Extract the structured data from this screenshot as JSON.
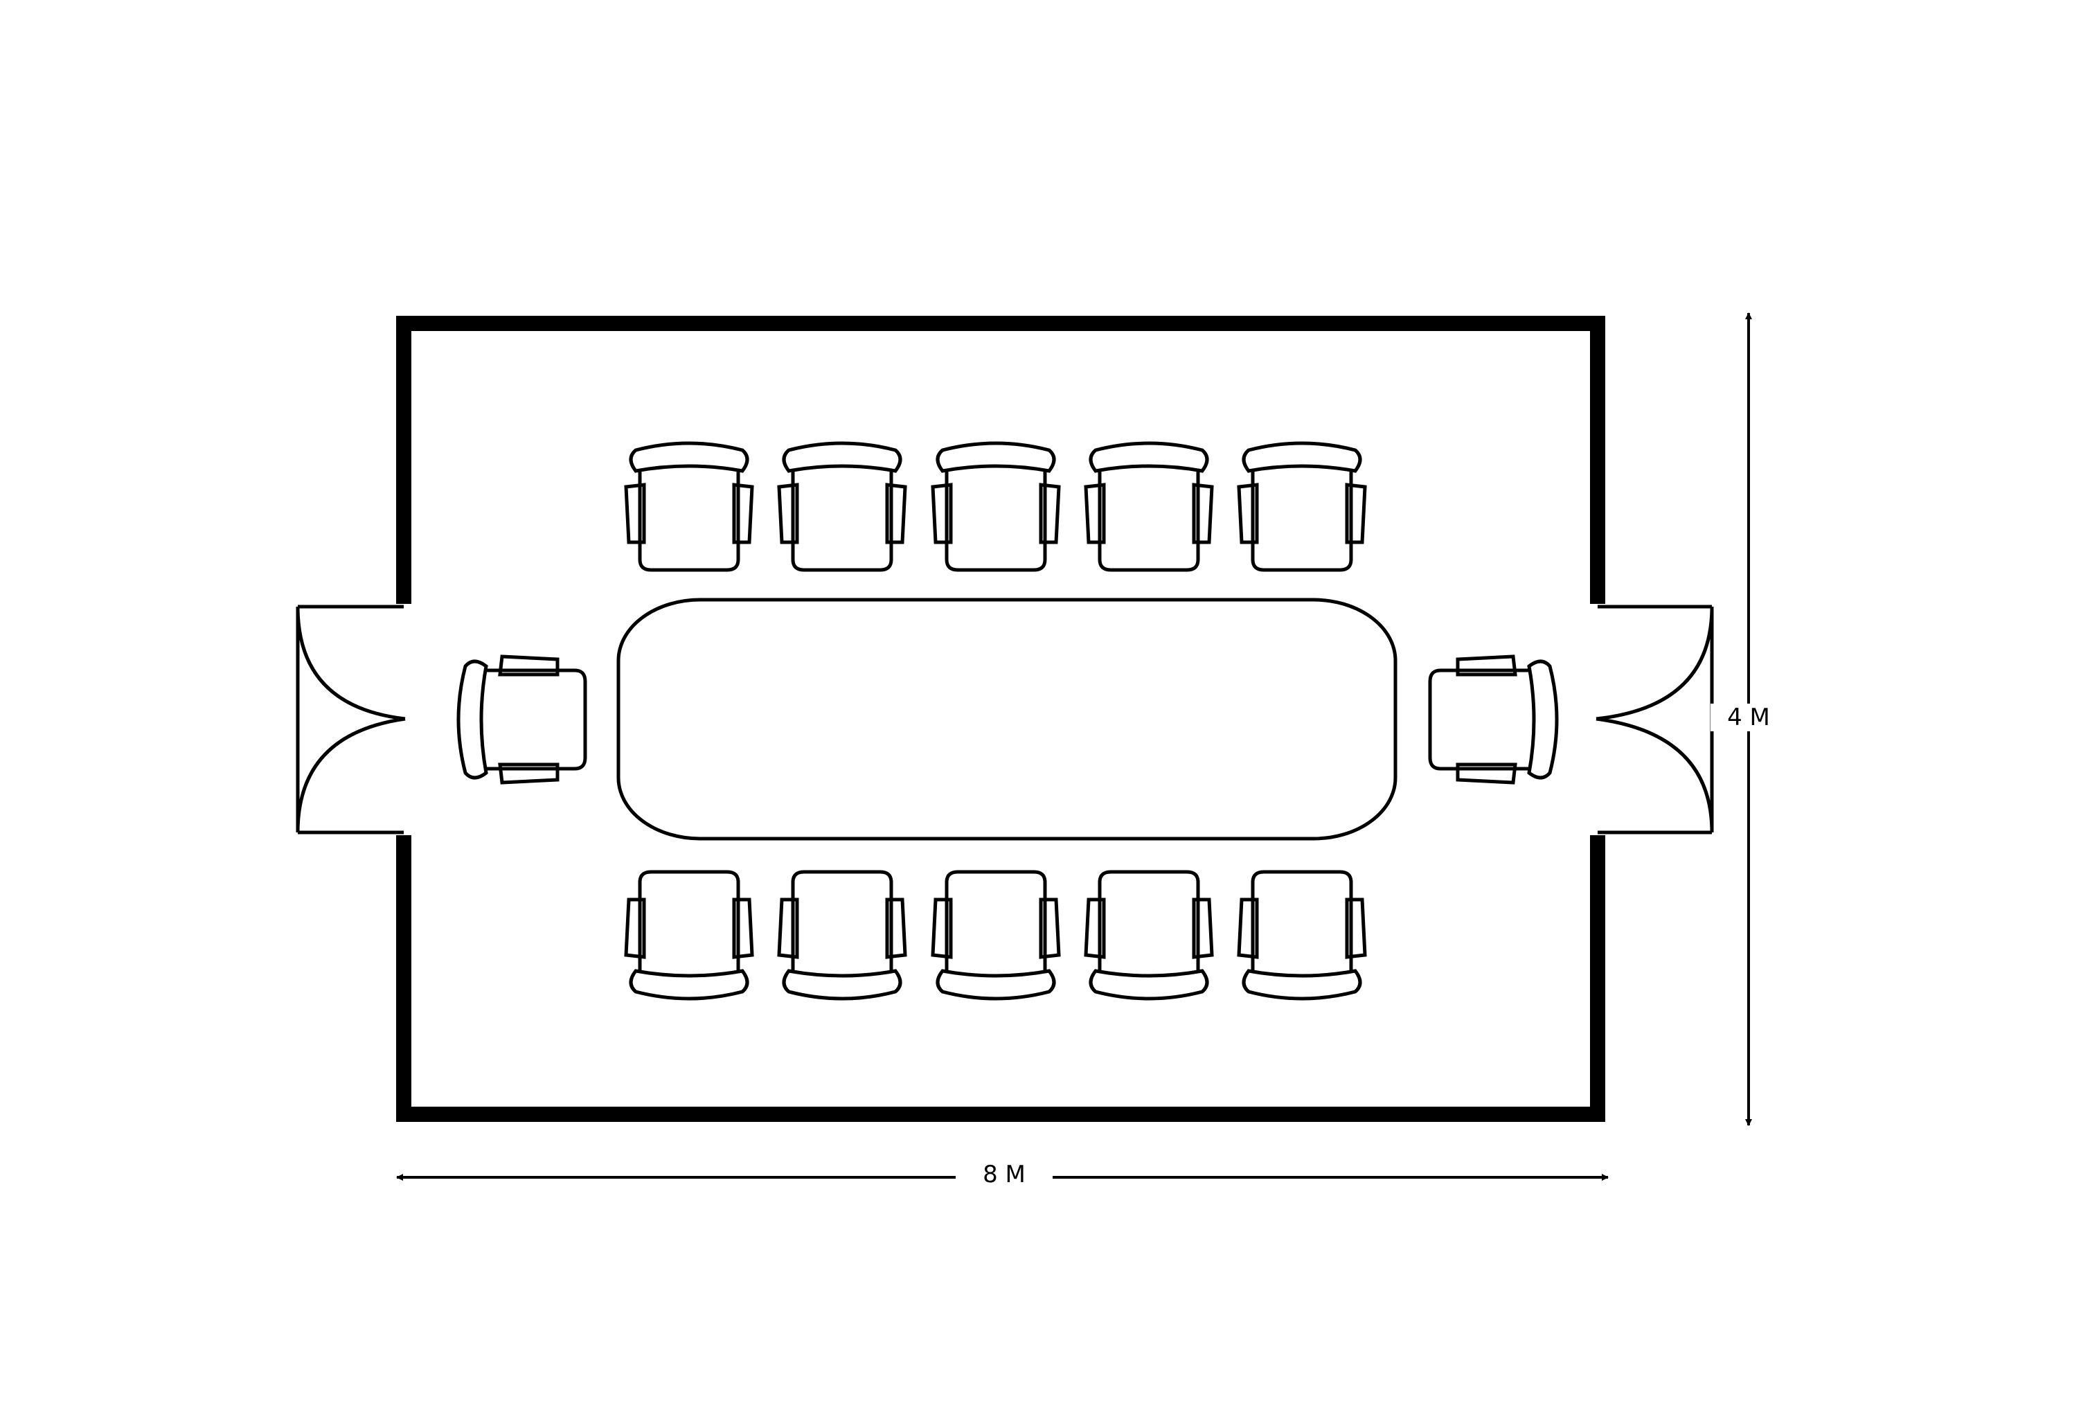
{
  "diagram": {
    "type": "floor-plan",
    "room": "conference-room",
    "dimensions": {
      "width_label": "8 M",
      "height_label": "4 M"
    },
    "table": {
      "shape": "rounded-rectangle",
      "count": 1
    },
    "chairs": {
      "top_row": 5,
      "bottom_row": 5,
      "left_end": 1,
      "right_end": 1
    },
    "doors": {
      "left_wall": "double",
      "right_wall": "double"
    },
    "colors": {
      "line": "#000000",
      "background": "#ffffff"
    }
  }
}
